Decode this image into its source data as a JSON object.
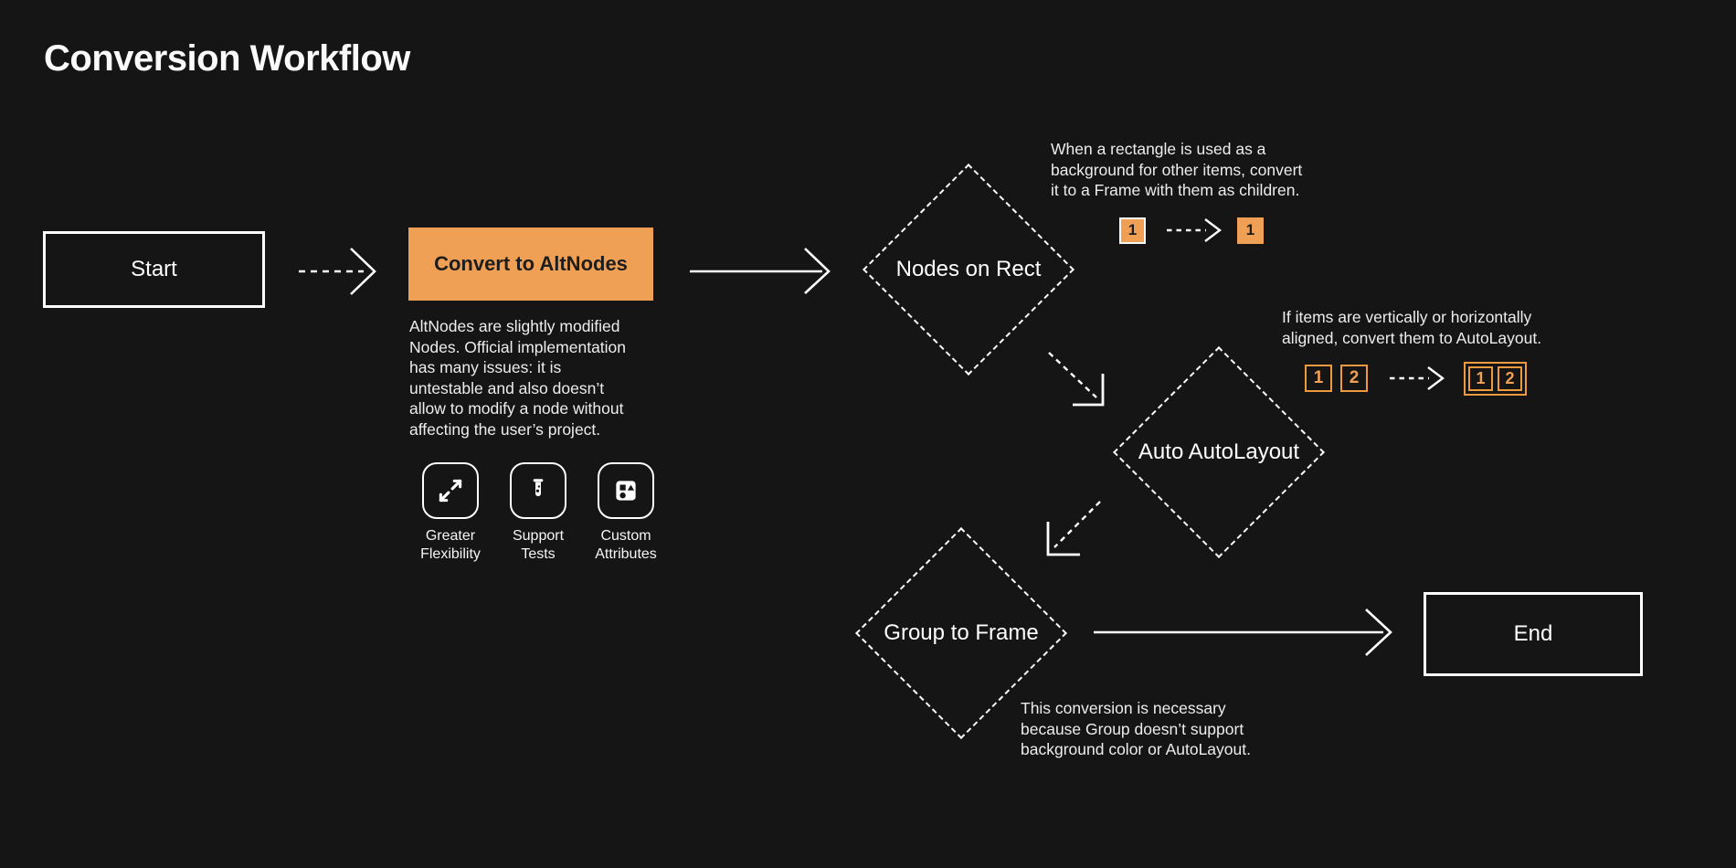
{
  "title": "Conversion Workflow",
  "colors": {
    "background": "#151515",
    "accent": "#F0A055",
    "accent_border": "#EF9A3E",
    "line": "#FFFFFF",
    "text": "#EDEDED",
    "dark_text": "#1D1D1D"
  },
  "flow": {
    "start": {
      "label": "Start"
    },
    "convert": {
      "label": "Convert to AltNodes",
      "description": "AltNodes are slightly modified\nNodes. Official implementation\nhas many issues: it is\nuntestable and also doesn’t\nallow to modify a node without\naffecting the user’s project.",
      "features": [
        {
          "icon": "expand-icon",
          "label": "Greater\nFlexibility"
        },
        {
          "icon": "test-tube-icon",
          "label": "Support\nTests"
        },
        {
          "icon": "shapes-icon",
          "label": "Custom\nAttributes"
        }
      ]
    },
    "nodes_on_rect": {
      "label": "Nodes on Rect",
      "annotation": "When a rectangle is used as a\nbackground for other items, convert\nit to a Frame with them as children.",
      "example": {
        "before": "1",
        "after": "1"
      }
    },
    "auto_autolayout": {
      "label": "Auto AutoLayout",
      "annotation": "If items are vertically or horizontally\naligned, convert them to AutoLayout.",
      "example": {
        "before_1": "1",
        "before_2": "2",
        "after_1": "1",
        "after_2": "2"
      }
    },
    "group_to_frame": {
      "label": "Group to Frame",
      "annotation": "This conversion is necessary\nbecause Group doesn’t support\nbackground color or AutoLayout."
    },
    "end": {
      "label": "End"
    }
  }
}
